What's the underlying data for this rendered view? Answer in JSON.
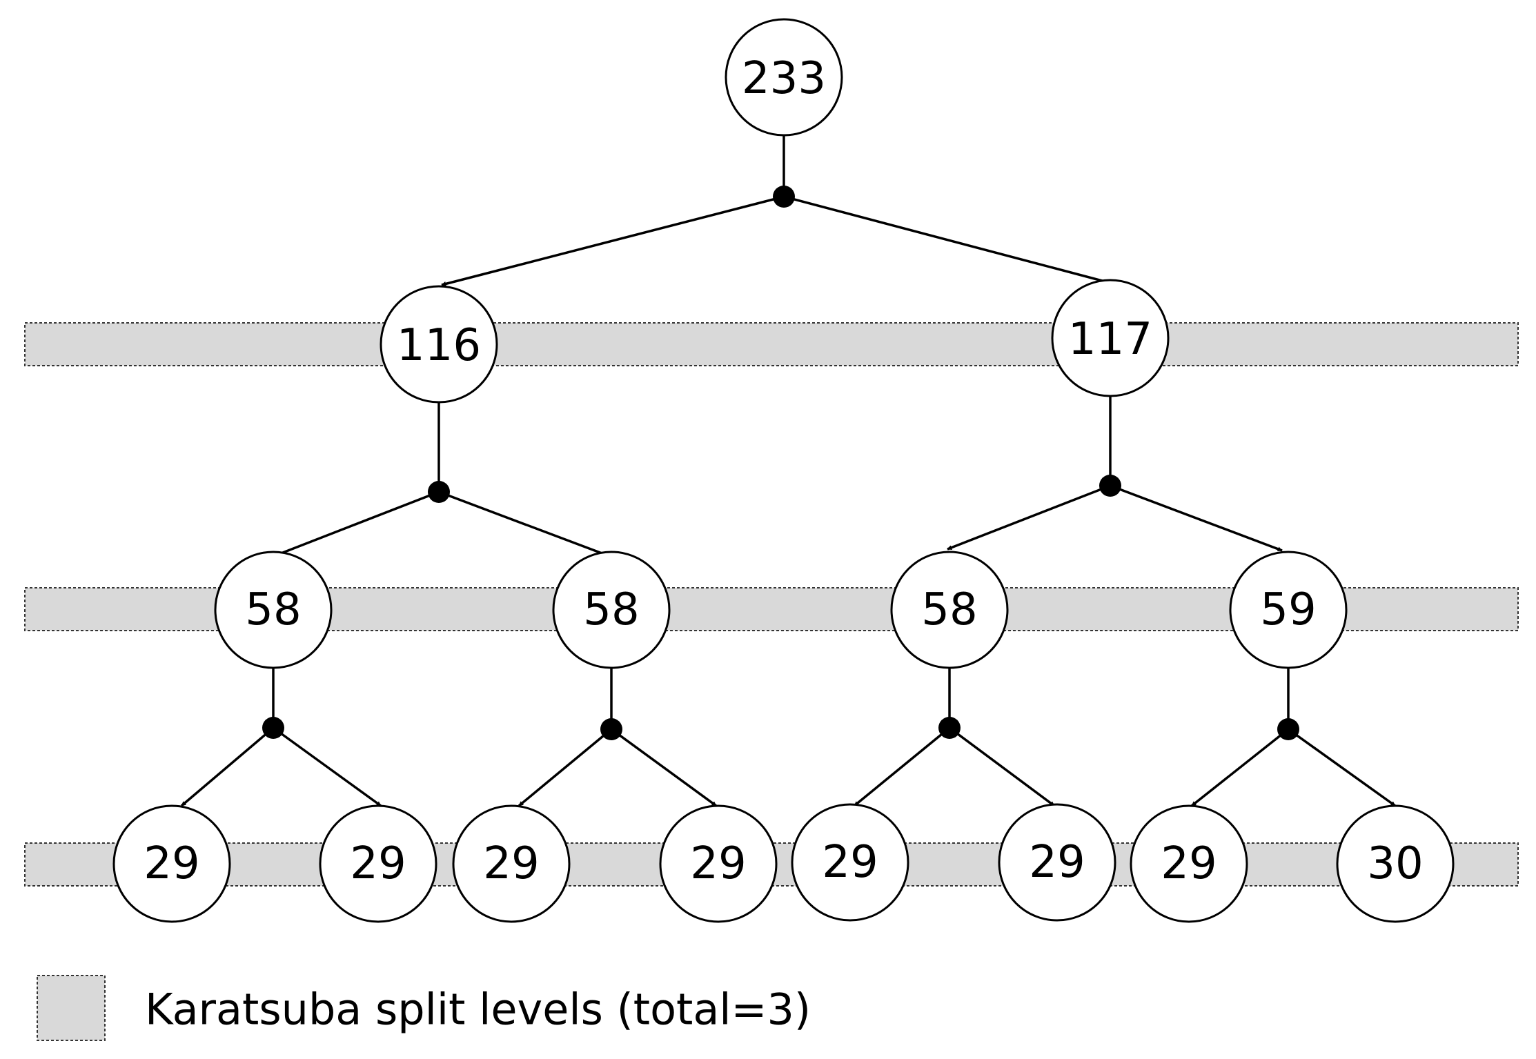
{
  "tree": {
    "root": "233",
    "level1": [
      "116",
      "117"
    ],
    "level2": [
      "58",
      "58",
      "58",
      "59"
    ],
    "level3": [
      "29",
      "29",
      "29",
      "29",
      "29",
      "29",
      "29",
      "30"
    ]
  },
  "legend": {
    "label": "Karatsuba split levels (total=3)"
  },
  "colors": {
    "band_fill": "#d9d9d9",
    "line": "#000000",
    "node_fill": "#ffffff"
  }
}
